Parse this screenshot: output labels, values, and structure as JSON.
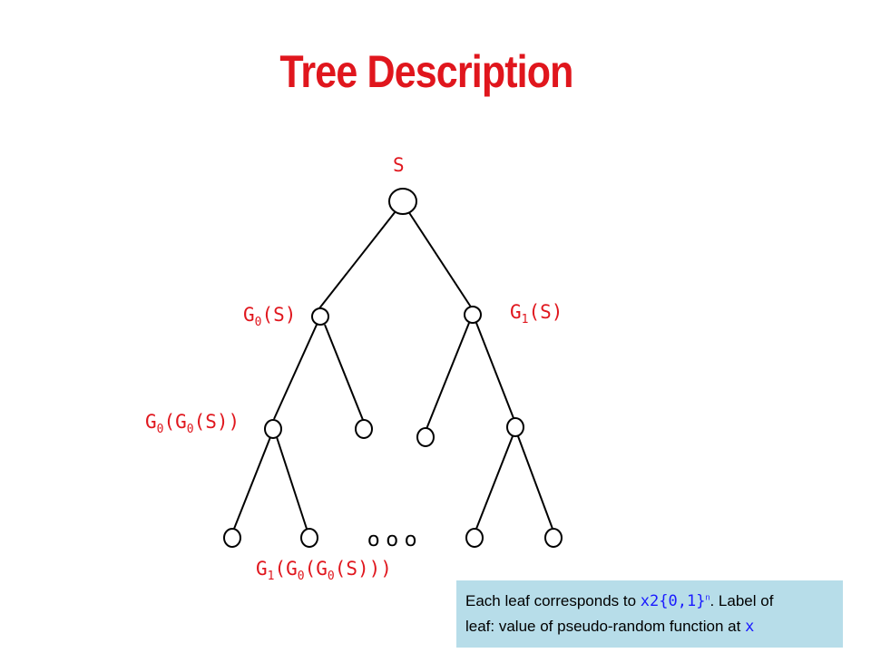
{
  "slide": {
    "title": "Tree Description"
  },
  "tree": {
    "labels": {
      "root": "S",
      "left_child_main": "G",
      "left_child_sub": "0",
      "left_child_tail": "(S)",
      "right_child_main": "G",
      "right_child_sub": "1",
      "right_child_tail": "(S)",
      "grandchild_G_outer": "G",
      "grandchild_sub_outer": "0",
      "grandchild_mid": "(G",
      "grandchild_sub_inner": "0",
      "grandchild_tail": "(S))",
      "leaf_G": "G",
      "leaf_sub_1": "1",
      "leaf_mid_1": "(G",
      "leaf_sub_2": "0",
      "leaf_mid_2": "(G",
      "leaf_sub_3": "0",
      "leaf_tail": "(S)))"
    },
    "ellipsis": "o o o"
  },
  "note": {
    "line1_prefix": "Each leaf corresponds to ",
    "line1_symbol_x": "x",
    "line1_symbol_in": "2{0,1}",
    "line1_sup": "n",
    "line1_suffix": ". Label of",
    "line2_prefix": "leaf: value of pseudo-random function at ",
    "line2_symbol_x": "x"
  },
  "colors": {
    "label_red": "#e0161d",
    "note_background": "#b7dde9",
    "symbol_blue": "#1a1aff"
  }
}
